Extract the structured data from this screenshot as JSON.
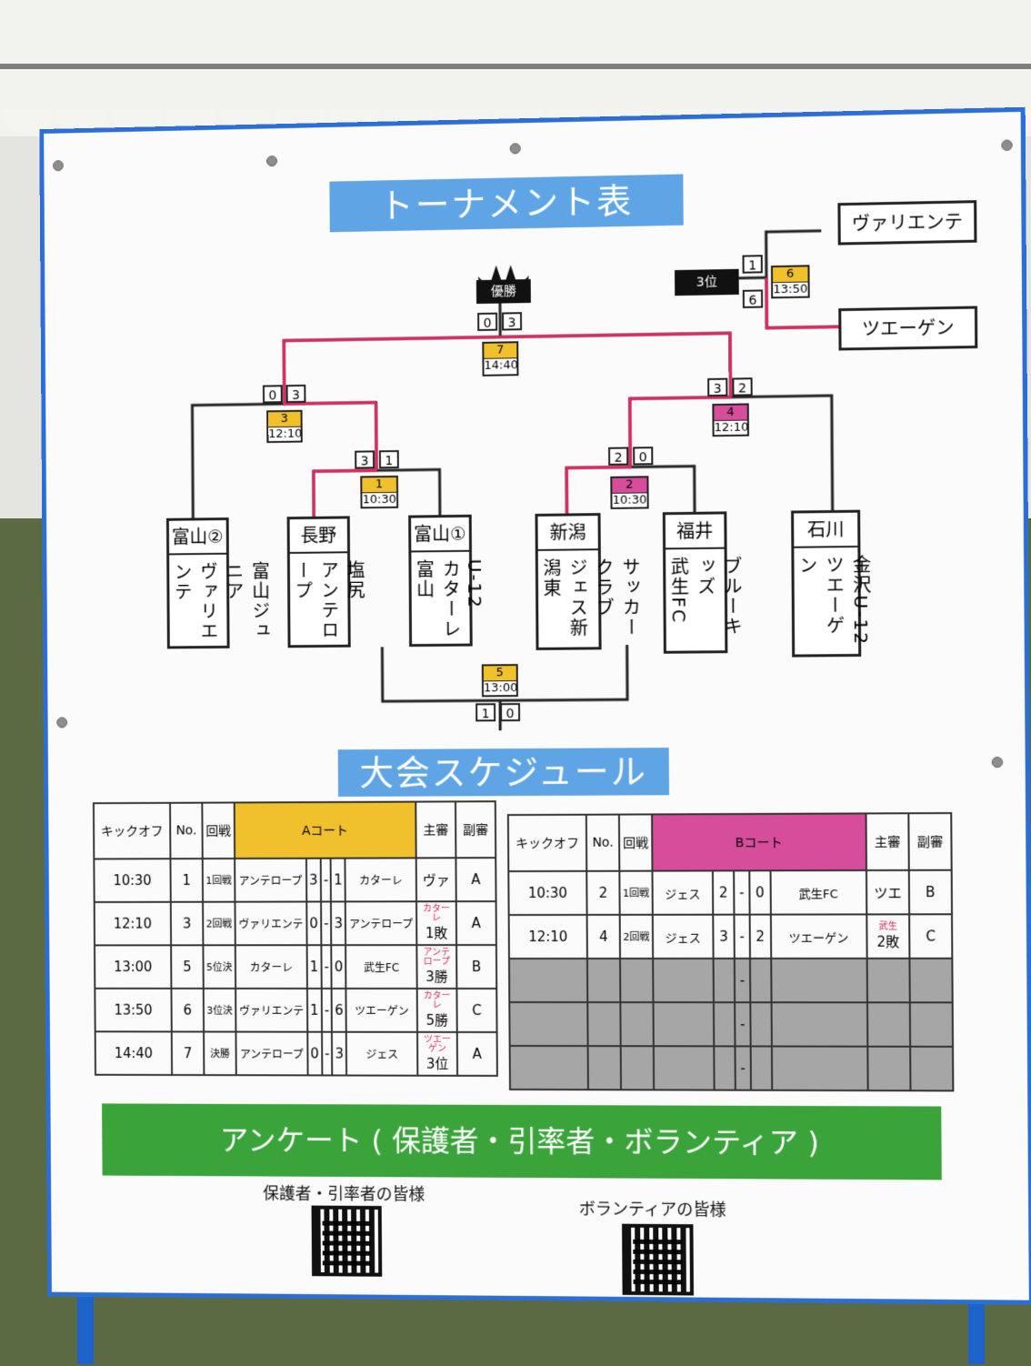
{
  "titles": {
    "tournament": "トーナメント表",
    "schedule": "大会スケジュール",
    "survey": "アンケート ( 保護者・引率者・ボランティア )"
  },
  "bracket": {
    "winner_label": "優勝",
    "third_place_label": "3位",
    "teams": [
      {
        "pref": "富山②",
        "names": [
          "ヴァリエンテ",
          "富山ジュニア"
        ]
      },
      {
        "pref": "長野",
        "names": [
          "アンテロープ",
          "塩尻"
        ]
      },
      {
        "pref": "富山①",
        "names": [
          "カターレ富山",
          "U-12"
        ]
      },
      {
        "pref": "新潟",
        "names": [
          "ジェス新潟東",
          "サッカークラブ"
        ]
      },
      {
        "pref": "福井",
        "names": [
          "武生FC",
          "ブルーキッズ"
        ]
      },
      {
        "pref": "石川",
        "names": [
          "ツエーゲン",
          "金沢U-12"
        ]
      }
    ],
    "third_teams": [
      "ヴァリエンテ",
      "ツエーゲン"
    ],
    "matches": [
      {
        "no": "1",
        "time": "10:30"
      },
      {
        "no": "2",
        "time": "10:30"
      },
      {
        "no": "3",
        "time": "12:10"
      },
      {
        "no": "4",
        "time": "12:10"
      },
      {
        "no": "5",
        "time": "13:00"
      },
      {
        "no": "6",
        "time": "13:50"
      },
      {
        "no": "7",
        "time": "14:40"
      }
    ],
    "scores": {
      "final": [
        "0",
        "3"
      ],
      "semi_left": [
        "0",
        "3"
      ],
      "semi_right": [
        "3",
        "2"
      ],
      "m1": [
        "3",
        "1"
      ],
      "m2": [
        "2",
        "0"
      ],
      "m5": [
        "1",
        "0"
      ],
      "m6": [
        "1",
        "6"
      ]
    }
  },
  "court_a": {
    "title": "Aコート",
    "headers": [
      "キックオフ",
      "No.",
      "回戦",
      "主審",
      "副審"
    ],
    "rows": [
      {
        "time": "10:30",
        "no": "1",
        "round": "1回戦",
        "home": "アンテロープ",
        "hs": "3",
        "dash": "-",
        "as": "1",
        "away": "カターレ",
        "note": "",
        "ref": "ヴァ",
        "sub": "A"
      },
      {
        "time": "12:10",
        "no": "3",
        "round": "2回戦",
        "home": "ヴァリエンテ",
        "hs": "0",
        "dash": "-",
        "as": "3",
        "away": "アンテロープ",
        "note": "カターレ",
        "ref": "1敗",
        "sub": "A"
      },
      {
        "time": "13:00",
        "no": "5",
        "round": "5位決",
        "home": "カターレ",
        "hs": "1",
        "dash": "-",
        "as": "0",
        "away": "武生FC",
        "note": "アンテロープ",
        "ref": "3勝",
        "sub": "B"
      },
      {
        "time": "13:50",
        "no": "6",
        "round": "3位決",
        "home": "ヴァリエンテ",
        "hs": "1",
        "dash": "-",
        "as": "6",
        "away": "ツエーゲン",
        "note": "カターレ",
        "ref": "5勝",
        "sub": "C"
      },
      {
        "time": "14:40",
        "no": "7",
        "round": "決勝",
        "home": "アンテロープ",
        "hs": "0",
        "dash": "-",
        "as": "3",
        "away": "ジェス",
        "note": "ツエーゲン",
        "ref": "3位",
        "sub": "A"
      }
    ]
  },
  "court_b": {
    "title": "Bコート",
    "headers": [
      "キックオフ",
      "No.",
      "回戦",
      "主審",
      "副審"
    ],
    "rows": [
      {
        "time": "10:30",
        "no": "2",
        "round": "1回戦",
        "home": "ジェス",
        "hs": "2",
        "dash": "-",
        "as": "0",
        "away": "武生FC",
        "note": "",
        "ref": "ツエ",
        "sub": "B"
      },
      {
        "time": "12:10",
        "no": "4",
        "round": "2回戦",
        "home": "ジェス",
        "hs": "3",
        "dash": "-",
        "as": "2",
        "away": "ツエーゲン",
        "note": "武生",
        "ref": "2敗",
        "sub": "C"
      }
    ],
    "empty_dashes": [
      "-",
      "-",
      "-"
    ]
  },
  "qr": {
    "left_label": "保護者・引率者の皆様",
    "right_label": "ボランティアの皆様"
  },
  "colors": {
    "banner_blue": "#5fa5e6",
    "banner_green": "#3aa43a",
    "court_a_yellow": "#f0c12c",
    "court_b_pink": "#d64d9c",
    "bracket_red": "#e0245e",
    "board_frame_blue": "#2c6ed3"
  }
}
